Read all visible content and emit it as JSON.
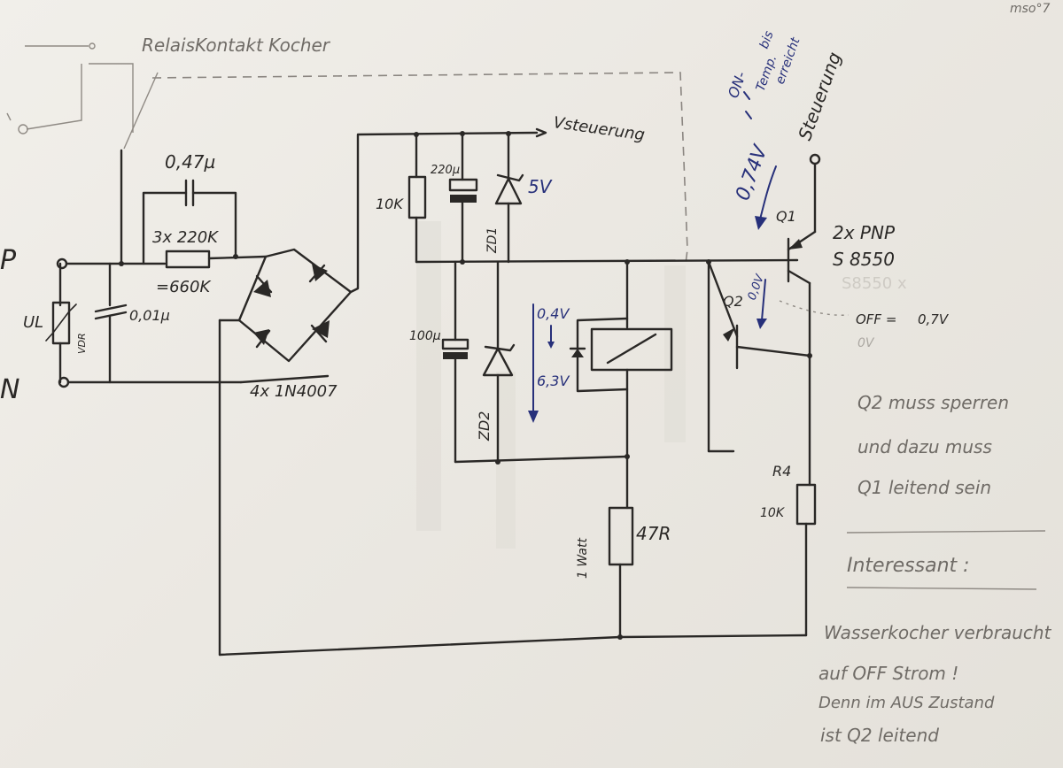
{
  "labels": {
    "relais": "RelaisKontakt Kocher",
    "cap047": "0,47µ",
    "res3x220": "3x 220K",
    "res660": "=660K",
    "p": "P",
    "n": "N",
    "ul": "UL",
    "vdr": "VDR",
    "cap001": "0,01µ",
    "bridge": "4x 1N4007",
    "v_steuerung": "Vsteuerung",
    "r10k": "10K",
    "c220": "220µ",
    "zd1": "ZD1",
    "v5": "5V",
    "c100": "100µ",
    "zd2": "ZD2",
    "v04": "0,4V",
    "v63": "6,3V",
    "r47": "47R",
    "watt": "1 Watt",
    "q1": "Q1",
    "q2": "Q2",
    "pnp": "2x PNP",
    "s8550": "S 8550",
    "r4": "R4",
    "r4val": "10K",
    "on_text": "ON-",
    "bis": "bis",
    "temp": "Temp.",
    "erreicht": "erreicht",
    "v074": "0,74V",
    "steuerung": "Steuerung",
    "v0_blue": "0,0V",
    "off": "OFF =",
    "off_val": "0,7V",
    "ov": "0V",
    "corner": "mso°7",
    "note1": "Q2 muss sperren",
    "note2": "und dazu muss",
    "note3": "Q1 leitend sein",
    "interessant": "Interessant :",
    "note4": "Wasserkocher verbraucht",
    "note5": "auf OFF Strom !",
    "note6": "Denn im AUS Zustand",
    "note7": "ist Q2 leitend"
  }
}
